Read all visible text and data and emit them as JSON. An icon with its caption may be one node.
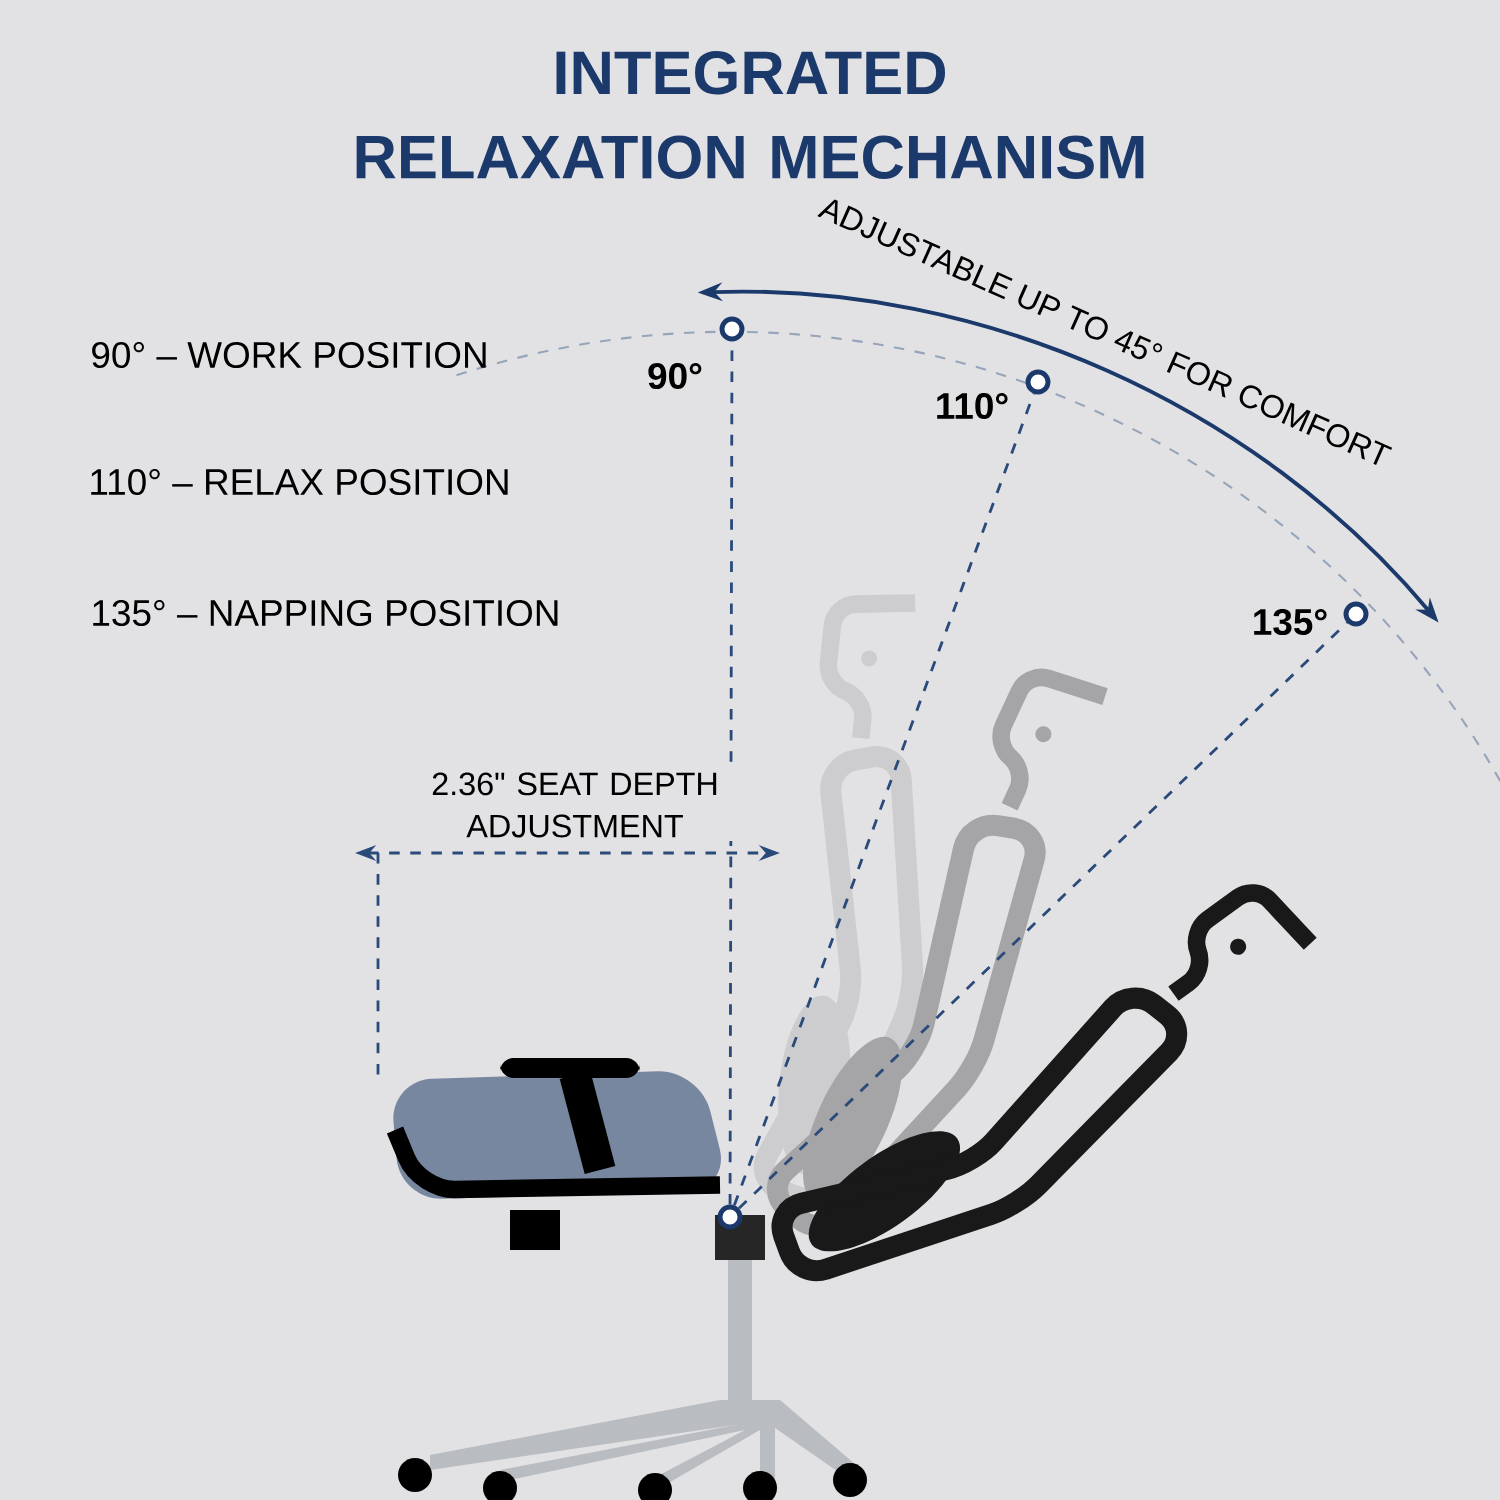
{
  "diagram": {
    "title": "INTEGRATED RELAXATION MECHANISM",
    "nodes": [
      {
        "text": [],
        "shape": "circle"
      },
      {
        "text": [],
        "shape": "circle",
        "beside": [
          "90°"
        ]
      },
      {
        "text": [],
        "shape": "circle",
        "beside": [
          "110°"
        ]
      },
      {
        "text": [],
        "shape": "circle",
        "beside": [
          "135°"
        ]
      }
    ],
    "edges": [
      {
        "from": 0,
        "to": 1,
        "arrow": "none",
        "style": "dashed"
      },
      {
        "from": 0,
        "to": 2,
        "arrow": "none",
        "style": "dashed"
      },
      {
        "from": 0,
        "to": 3,
        "arrow": "none",
        "style": "dashed"
      }
    ],
    "labels": [
      "ADJUSTABLE UP TO 45° FOR COMFORT",
      "90° – WORK POSITION",
      "110° – RELAX POSITION",
      "135° – NAPPING POSITION",
      "2.36\" SEAT DEPTH ADJUSTMENT"
    ]
  }
}
